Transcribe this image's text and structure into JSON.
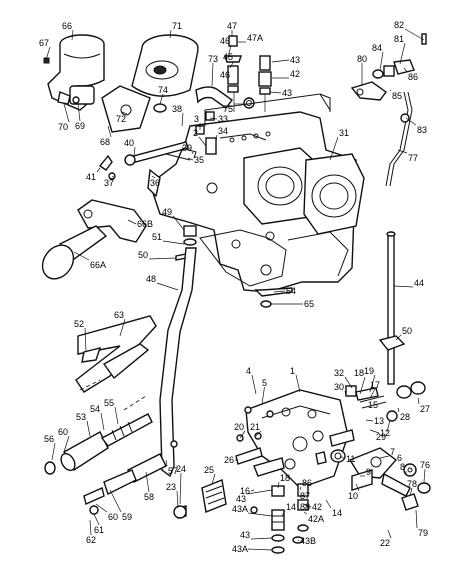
{
  "labels": [
    {
      "id": "p82",
      "text": "82"
    },
    {
      "id": "p81",
      "text": "81"
    },
    {
      "id": "p84",
      "text": "84"
    },
    {
      "id": "p80",
      "text": "80"
    },
    {
      "id": "p86",
      "text": "86"
    },
    {
      "id": "p85",
      "text": "85"
    },
    {
      "id": "p83",
      "text": "83"
    },
    {
      "id": "p77",
      "text": "77"
    },
    {
      "id": "p66",
      "text": "66"
    },
    {
      "id": "p71",
      "text": "71"
    },
    {
      "id": "p67",
      "text": "67"
    },
    {
      "id": "p68",
      "text": "68"
    },
    {
      "id": "p72",
      "text": "72"
    },
    {
      "id": "p70",
      "text": "70"
    },
    {
      "id": "p69",
      "text": "69"
    },
    {
      "id": "p74",
      "text": "74"
    },
    {
      "id": "p73",
      "text": "73"
    },
    {
      "id": "p38",
      "text": "38"
    },
    {
      "id": "p47",
      "text": "47"
    },
    {
      "id": "p47a",
      "text": "47A"
    },
    {
      "id": "p46a",
      "text": "46"
    },
    {
      "id": "p45",
      "text": "45"
    },
    {
      "id": "p43a",
      "text": "43"
    },
    {
      "id": "p42a",
      "text": "42"
    },
    {
      "id": "p46b",
      "text": "46"
    },
    {
      "id": "p75",
      "text": "75"
    },
    {
      "id": "p43b",
      "text": "43"
    },
    {
      "id": "p33",
      "text": "33"
    },
    {
      "id": "p34",
      "text": "34"
    },
    {
      "id": "p3",
      "text": "3"
    },
    {
      "id": "p2",
      "text": "2"
    },
    {
      "id": "p31",
      "text": "31"
    },
    {
      "id": "p39",
      "text": "39"
    },
    {
      "id": "p40",
      "text": "40"
    },
    {
      "id": "p35",
      "text": "35"
    },
    {
      "id": "p41",
      "text": "41"
    },
    {
      "id": "p37",
      "text": "37"
    },
    {
      "id": "p36",
      "text": "36"
    },
    {
      "id": "p66b",
      "text": "66B"
    },
    {
      "id": "p66a",
      "text": "66A"
    },
    {
      "id": "p49",
      "text": "49"
    },
    {
      "id": "p51",
      "text": "51"
    },
    {
      "id": "p50a",
      "text": "50"
    },
    {
      "id": "p44",
      "text": "44"
    },
    {
      "id": "p48",
      "text": "48"
    },
    {
      "id": "p64",
      "text": "64"
    },
    {
      "id": "p65",
      "text": "65"
    },
    {
      "id": "p52",
      "text": "52"
    },
    {
      "id": "p63",
      "text": "63"
    },
    {
      "id": "p50b",
      "text": "50"
    },
    {
      "id": "p4",
      "text": "4"
    },
    {
      "id": "p1",
      "text": "1"
    },
    {
      "id": "p5",
      "text": "5"
    },
    {
      "id": "p32",
      "text": "32"
    },
    {
      "id": "p18a",
      "text": "18"
    },
    {
      "id": "p19",
      "text": "19"
    },
    {
      "id": "p17",
      "text": "17"
    },
    {
      "id": "p30",
      "text": "30"
    },
    {
      "id": "p27",
      "text": "27"
    },
    {
      "id": "p15",
      "text": "15"
    },
    {
      "id": "p28",
      "text": "28"
    },
    {
      "id": "p53",
      "text": "53"
    },
    {
      "id": "p54",
      "text": "54"
    },
    {
      "id": "p55",
      "text": "55"
    },
    {
      "id": "p13",
      "text": "13"
    },
    {
      "id": "p12",
      "text": "12"
    },
    {
      "id": "p29",
      "text": "29"
    },
    {
      "id": "p56",
      "text": "56"
    },
    {
      "id": "p60a",
      "text": "60"
    },
    {
      "id": "p20",
      "text": "20"
    },
    {
      "id": "p21",
      "text": "21"
    },
    {
      "id": "p11",
      "text": "11"
    },
    {
      "id": "p7",
      "text": "7"
    },
    {
      "id": "p6",
      "text": "6"
    },
    {
      "id": "p26",
      "text": "26"
    },
    {
      "id": "p25",
      "text": "25"
    },
    {
      "id": "p24",
      "text": "24"
    },
    {
      "id": "p18b",
      "text": "18"
    },
    {
      "id": "p9",
      "text": "9"
    },
    {
      "id": "p10",
      "text": "10"
    },
    {
      "id": "p86b",
      "text": "86"
    },
    {
      "id": "p76",
      "text": "76"
    },
    {
      "id": "p87",
      "text": "87"
    },
    {
      "id": "p88",
      "text": "88"
    },
    {
      "id": "p8",
      "text": "8"
    },
    {
      "id": "p57",
      "text": "57"
    },
    {
      "id": "p58",
      "text": "58"
    },
    {
      "id": "p23",
      "text": "23"
    },
    {
      "id": "p16",
      "text": "16"
    },
    {
      "id": "p43c",
      "text": "43"
    },
    {
      "id": "p43a2",
      "text": "43A"
    },
    {
      "id": "p14",
      "text": "14"
    },
    {
      "id": "p42b",
      "text": "42"
    },
    {
      "id": "p42a2",
      "text": "42A"
    },
    {
      "id": "p14b",
      "text": "14"
    },
    {
      "id": "p78",
      "text": "78"
    },
    {
      "id": "p59",
      "text": "59"
    },
    {
      "id": "p60b",
      "text": "60"
    },
    {
      "id": "p61",
      "text": "61"
    },
    {
      "id": "p62",
      "text": "62"
    },
    {
      "id": "p43d",
      "text": "43"
    },
    {
      "id": "p43b2",
      "text": "43B"
    },
    {
      "id": "p43a3",
      "text": "43A"
    },
    {
      "id": "p22",
      "text": "22"
    },
    {
      "id": "p79",
      "text": "79"
    }
  ]
}
